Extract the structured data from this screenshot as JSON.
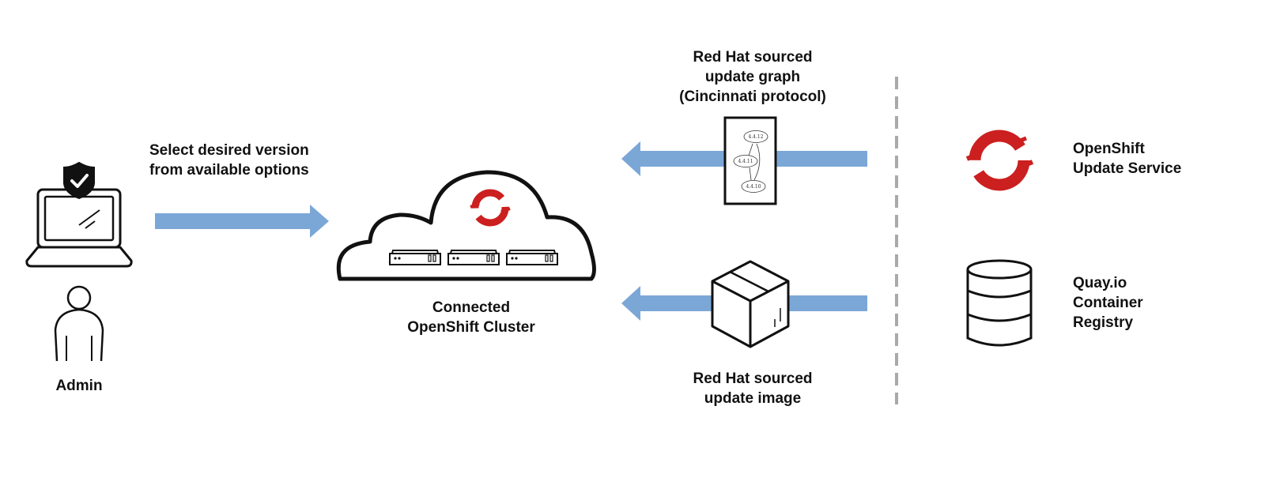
{
  "labels": {
    "select_version": [
      "Select desired version",
      "from available options"
    ],
    "admin": "Admin",
    "cluster": [
      "Connected",
      "OpenShift Cluster"
    ],
    "update_graph": [
      "Red Hat sourced",
      "update graph",
      "(Cincinnati protocol)"
    ],
    "update_image": [
      "Red Hat sourced",
      "update image"
    ],
    "update_service": [
      "OpenShift",
      "Update Service"
    ],
    "registry": [
      "Quay.io",
      "Container",
      "Registry"
    ]
  },
  "graph_nodes": [
    "4.4.12",
    "4.4.11",
    "4.4.10"
  ],
  "icons": {
    "laptop": "laptop-icon",
    "shield": "shield-check-icon",
    "person": "person-icon",
    "cloud": "cloud-icon",
    "openshift_logo": "openshift-logo-icon",
    "server": "server-icon",
    "graph_document": "update-graph-document-icon",
    "box": "container-box-icon",
    "database": "database-icon"
  },
  "colors": {
    "arrow": "#7ba7d7",
    "openshift_red": "#cc1f1f",
    "stroke": "#111111",
    "divider": "#a9a9a9"
  }
}
